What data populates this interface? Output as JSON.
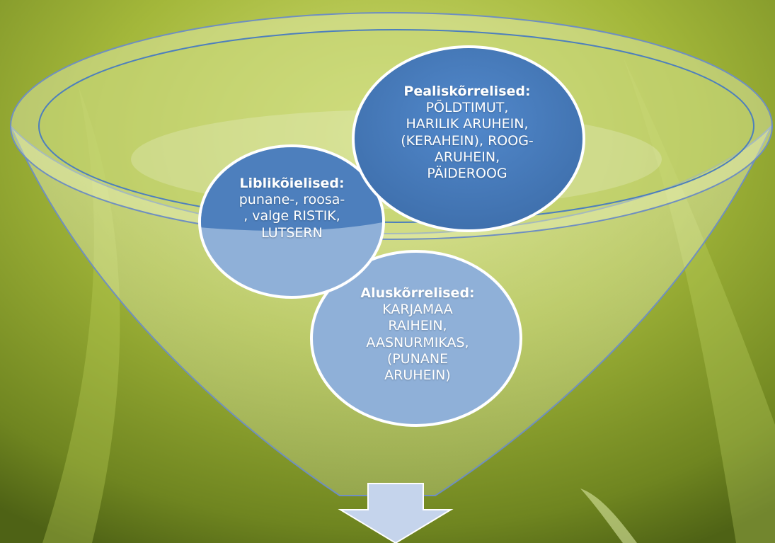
{
  "diagram": {
    "circles": [
      {
        "id": "top",
        "heading": "Pealiskõrrelised:",
        "lines": [
          "PÕLDTIMUT,",
          "HARILIK ARUHEIN,",
          "(KERAHEIN), ROOG-",
          "ARUHEIN,",
          "PÄIDEROOG"
        ]
      },
      {
        "id": "left",
        "heading": "Liblikõielised:",
        "lines": [
          "punane-, roosa-",
          ", valge RISTIK,",
          "LUTSERN"
        ]
      },
      {
        "id": "bottom",
        "heading": "Aluskõrrelised:",
        "lines": [
          "KARJAMAA",
          "RAIHEIN,",
          "AASNURMIKAS,",
          "(PUNANE",
          "ARUHEIN)"
        ]
      }
    ]
  },
  "colors": {
    "bg_light": "#c9d86a",
    "bg_mid": "#8fa62c",
    "bg_dark": "#4c5f12",
    "circle_dark": "#4d7fbd",
    "circle_light": "#8fb0d8",
    "arrow": "#c5d4ec",
    "funnel_edge": "#6f8fc0"
  },
  "icons": {
    "arrow": "down-arrow-icon"
  }
}
